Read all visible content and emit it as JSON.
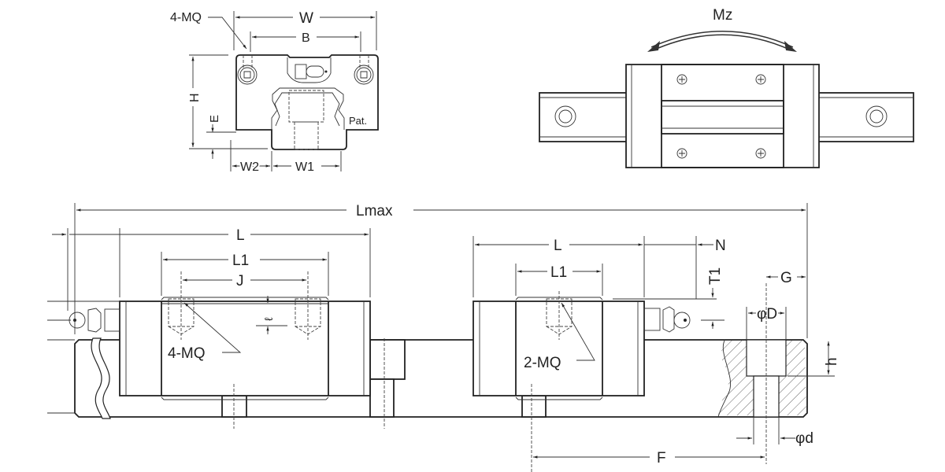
{
  "front_view": {
    "mounting_thread_label": "4-MQ",
    "width_label": "W",
    "bolt_spacing_label": "B",
    "height_label": "H",
    "clearance_label": "E",
    "offset_label": "W2",
    "rail_width_label": "W1",
    "patent_label": "Pat."
  },
  "top_view": {
    "moment_label": "Mz"
  },
  "side_view": {
    "max_length_label": "Lmax",
    "left_block": {
      "length_label": "L",
      "body_length_label": "L1",
      "hole_spacing_label": "J",
      "thread_depth_label": "ℓ",
      "thread_label": "4-MQ"
    },
    "right_block": {
      "length_label": "L",
      "body_length_label": "L1",
      "nipple_label": "N",
      "top_offset_label": "T1",
      "thread_label": "2-MQ"
    },
    "rail": {
      "end_offset_label": "G",
      "counterbore_label": "φD",
      "counterbore_depth_label": "h",
      "hole_label": "φd",
      "pitch_label": "F"
    }
  }
}
